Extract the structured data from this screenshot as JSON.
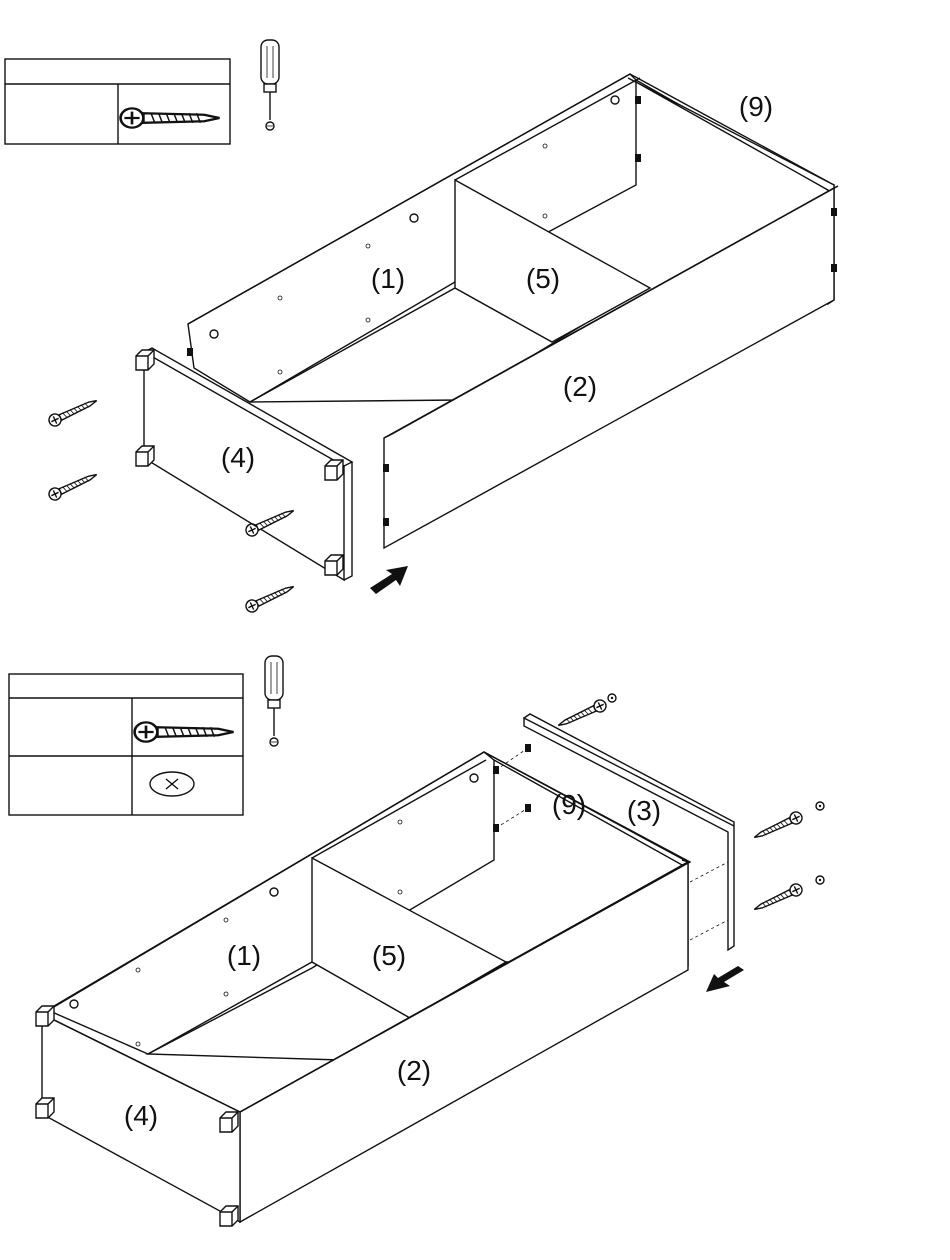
{
  "step1": {
    "labels": {
      "part_1": "(1)",
      "part_2": "(2)",
      "part_4": "(4)",
      "part_5": "(5)",
      "part_9": "(9)"
    }
  },
  "step2": {
    "labels": {
      "part_1": "(1)",
      "part_2": "(2)",
      "part_3": "(3)",
      "part_4": "(4)",
      "part_5": "(5)",
      "part_9": "(9)"
    }
  },
  "icons": [
    "screwdriver-icon",
    "wood-screw-icon",
    "cam-lock-icon",
    "cam-bolt-icon",
    "direction-arrow-icon"
  ]
}
